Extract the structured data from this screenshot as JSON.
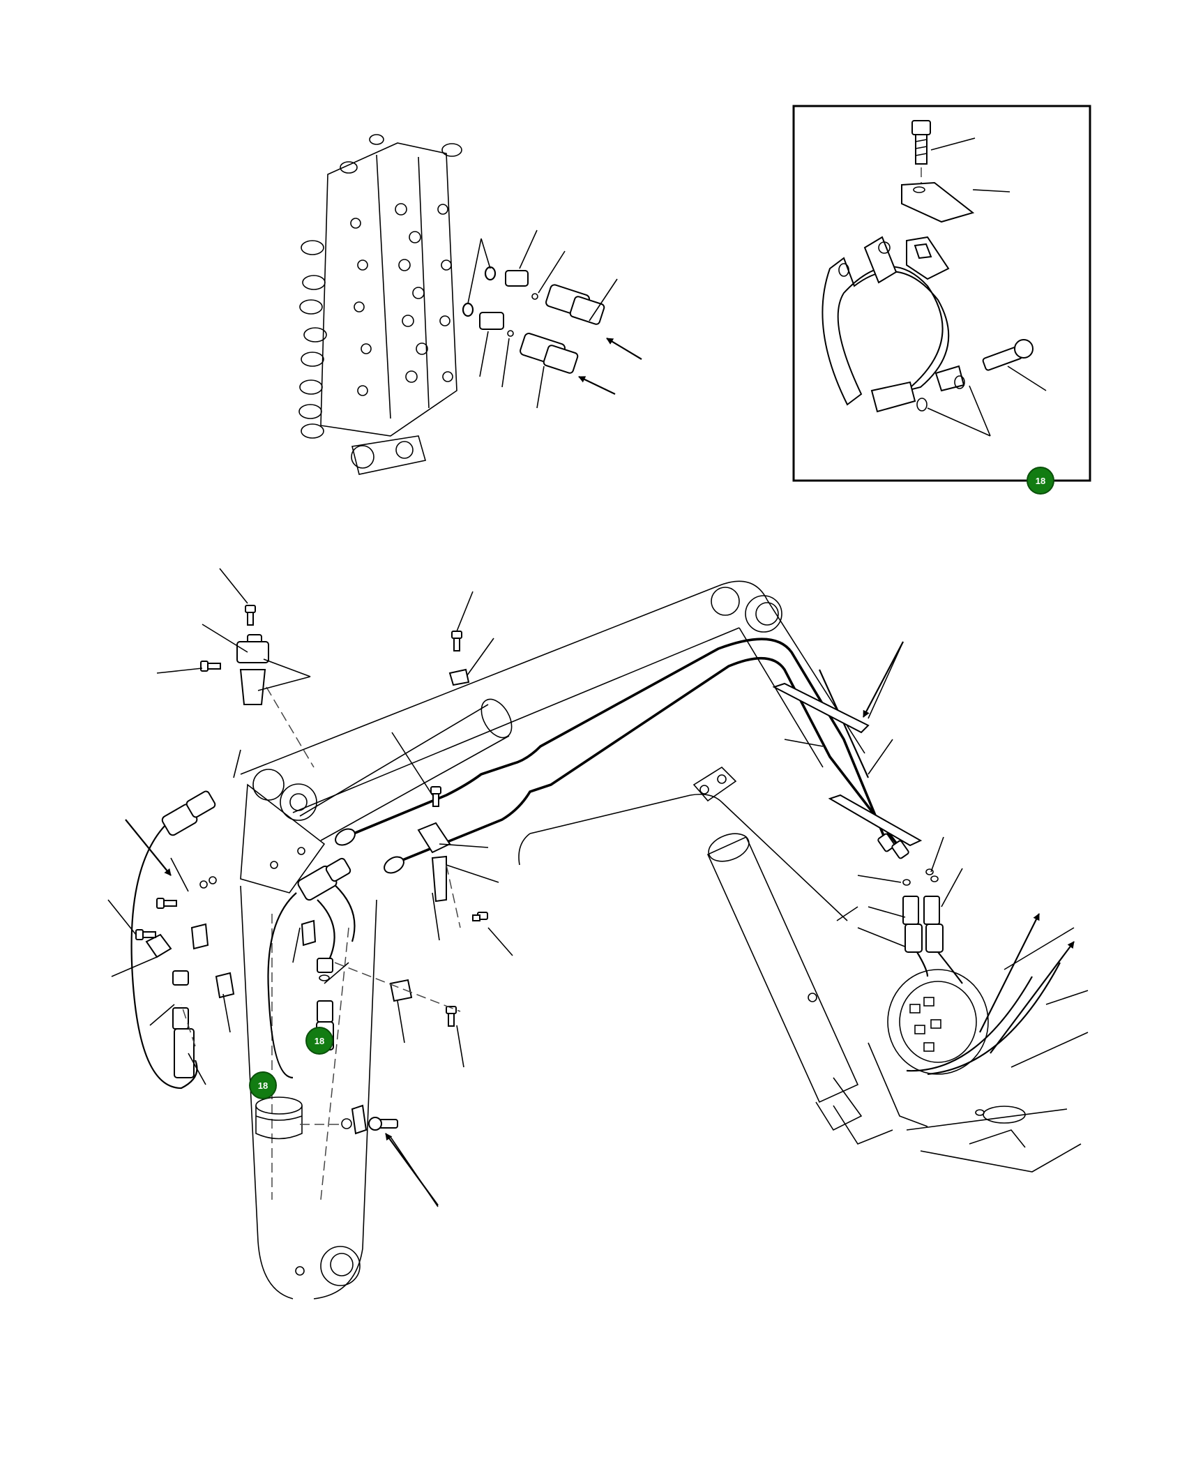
{
  "callouts": [
    {
      "id": "badge-inset",
      "label": "18",
      "color": "#127c12"
    },
    {
      "id": "badge-hose-right",
      "label": "18",
      "color": "#127c12"
    },
    {
      "id": "badge-hose-left",
      "label": "18",
      "color": "#127c12"
    }
  ]
}
